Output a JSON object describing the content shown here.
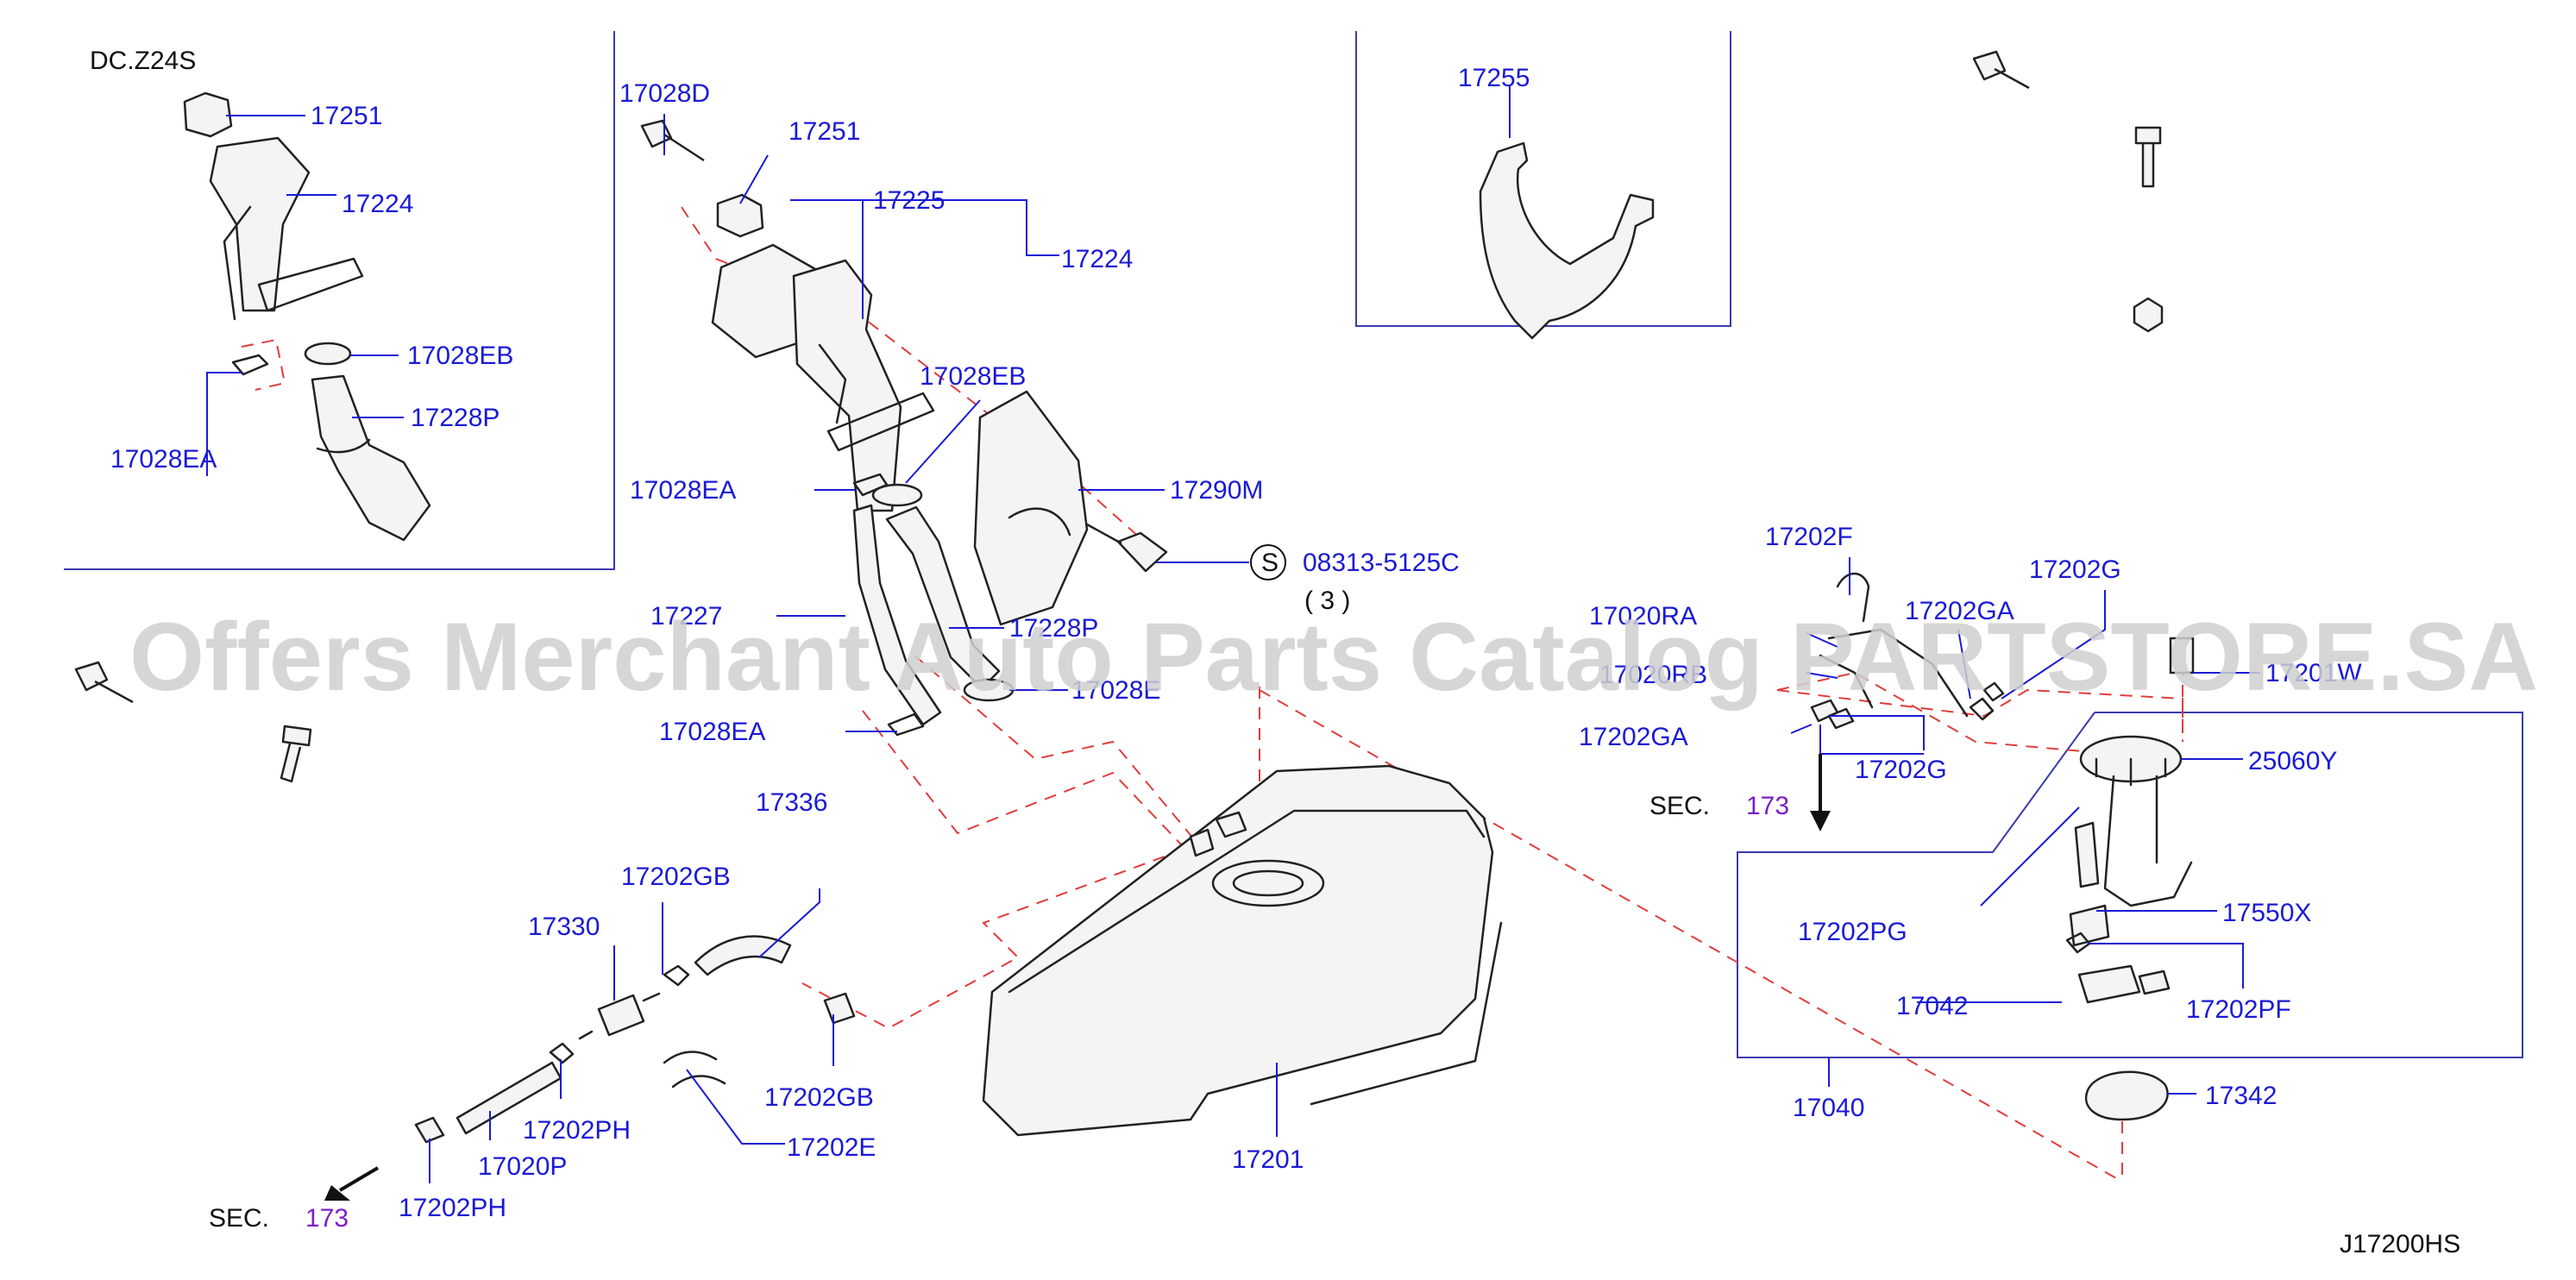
{
  "watermark": "Offers Merchant Auto Parts Catalog PARTSTORE.SA",
  "variant_label": "DC.Z24S",
  "diagram_code": "J17200HS",
  "section_prefix": "SEC.",
  "section_number": "173",
  "bolt_spec": "08313-5125C",
  "bolt_symbol": "S",
  "bolt_qty": "( 3 )",
  "labels": {
    "p17251_a": "17251",
    "p17224_a": "17224",
    "p17028EB_a": "17028EB",
    "p17028EA_a": "17028EA",
    "p17228P_a": "17228P",
    "p17028D": "17028D",
    "p17251_b": "17251",
    "p17225": "17225",
    "p17224_b": "17224",
    "p17028EB_b": "17028EB",
    "p17028EA_b": "17028EA",
    "p17290M": "17290M",
    "p17227": "17227",
    "p17228P_b": "17228P",
    "p17028E": "17028E",
    "p17028EA_c": "17028EA",
    "p17255": "17255",
    "p17336": "17336",
    "p17202GB_a": "17202GB",
    "p17330": "17330",
    "p17202GB_b": "17202GB",
    "p17202E": "17202E",
    "p17202PH_a": "17202PH",
    "p17020P": "17020P",
    "p17202PH_b": "17202PH",
    "p17201": "17201",
    "p17202F": "17202F",
    "p17202G_a": "17202G",
    "p17020RA": "17020RA",
    "p17202GA_a": "17202GA",
    "p17020RB": "17020RB",
    "p17201W": "17201W",
    "p17202GA_b": "17202GA",
    "p17202G_b": "17202G",
    "p25060Y": "25060Y",
    "p17202PG": "17202PG",
    "p17550X": "17550X",
    "p17042": "17042",
    "p17202PF": "17202PF",
    "p17040": "17040",
    "p17342": "17342"
  }
}
